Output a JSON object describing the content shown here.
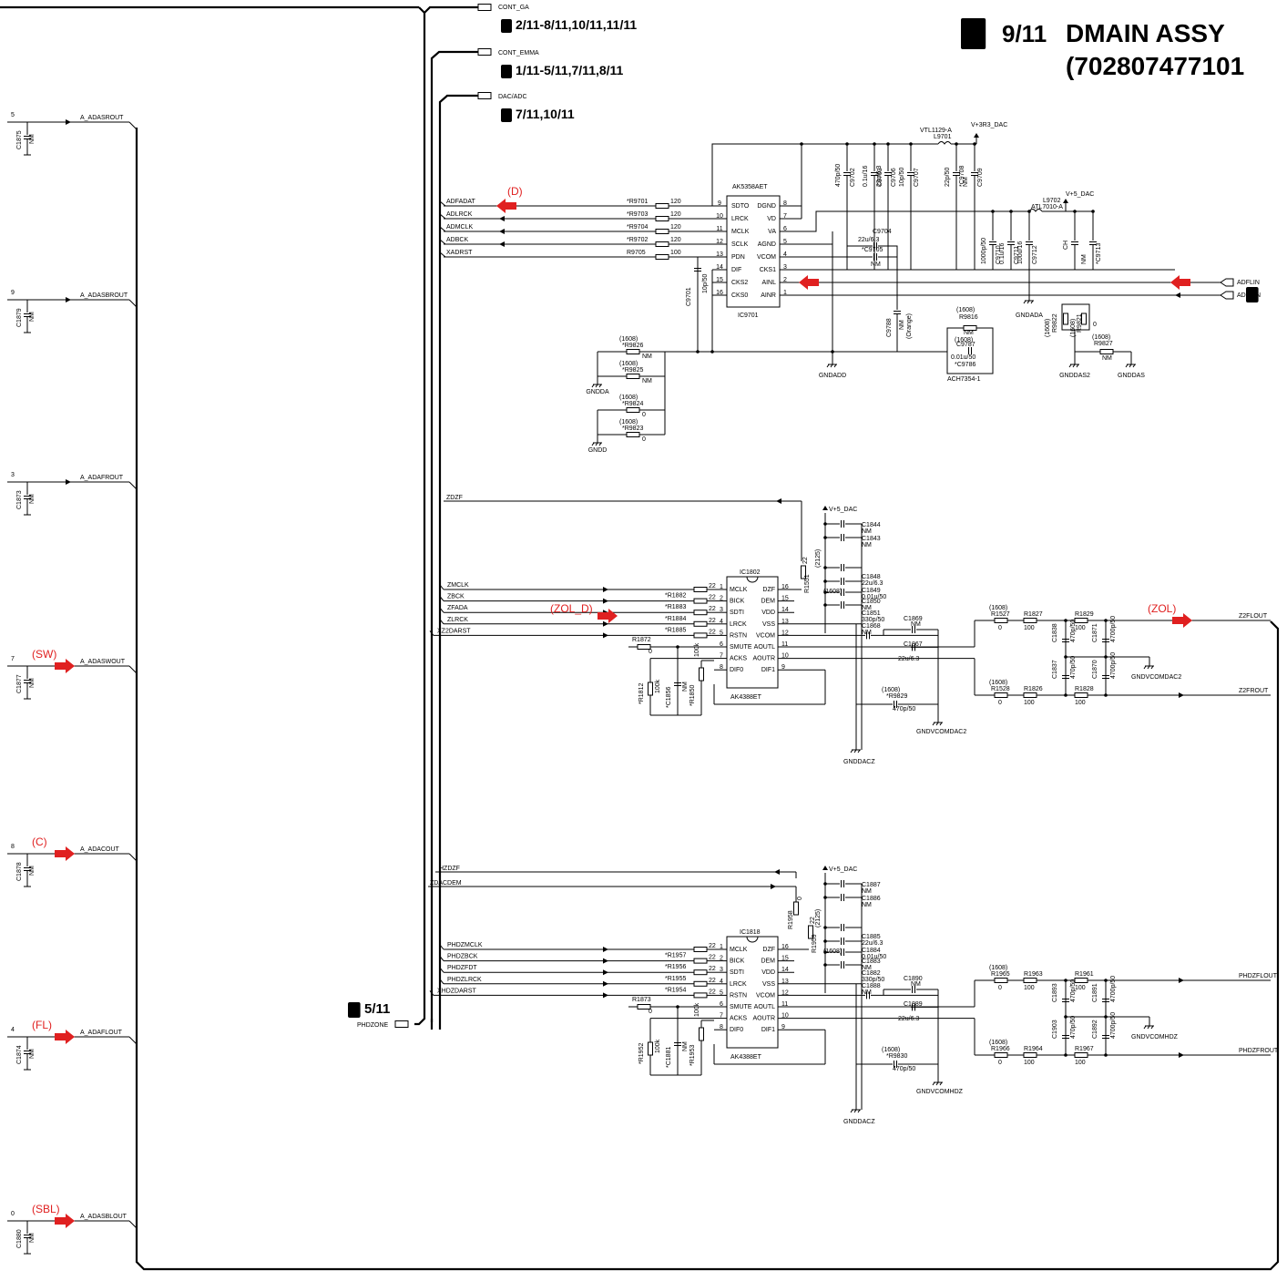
{
  "title": {
    "badge": "C",
    "sheet": "9/11",
    "name": "DMAIN ASSY",
    "part": "(702807477101"
  },
  "offsheet": {
    "cont_ga": {
      "signal": "CONT_GA",
      "ref": "2/11-8/11,10/11,11/11",
      "badge": "C"
    },
    "cont_emma": {
      "signal": "CONT_EMMA",
      "ref": "1/11-5/11,7/11,8/11",
      "badge": "C"
    },
    "dac_adc": {
      "signal": "DAC/ADC",
      "ref": "7/11,10/11",
      "badge": "C"
    },
    "phdzone": {
      "signal": "PHDZONE",
      "ref": "5/11",
      "badge": "C"
    },
    "adflin": "ADFLIN",
    "adfrin": "ADFRIN",
    "right_badge": "C"
  },
  "left_outputs": [
    {
      "pin": "5",
      "net": "A_ADASROUT",
      "cap": "C1875",
      "val": "NM",
      "mark": ""
    },
    {
      "pin": "9",
      "net": "A_ADASBROUT",
      "cap": "C1879",
      "val": "NM",
      "mark": ""
    },
    {
      "pin": "3",
      "net": "A_ADAFROUT",
      "cap": "C1873",
      "val": "NM",
      "mark": ""
    },
    {
      "pin": "7",
      "net": "A_ADASWOUT",
      "cap": "C1877",
      "val": "NM",
      "mark": "(SW)"
    },
    {
      "pin": "8",
      "net": "A_ADACOUT",
      "cap": "C1878",
      "val": "NM",
      "mark": "(C)"
    },
    {
      "pin": "4",
      "net": "A_ADAFLOUT",
      "cap": "C1874",
      "val": "NM",
      "mark": "(FL)"
    },
    {
      "pin": "0",
      "net": "A_ADASBLOUT",
      "cap": "C1880",
      "val": "NM",
      "mark": "(SBL)"
    }
  ],
  "ic9701": {
    "part": "AK5358AET",
    "ref": "IC9701",
    "left_pins": [
      {
        "num": "9",
        "name": "SDTO",
        "net": "ADFADAT",
        "res": "*R9701",
        "val": "120"
      },
      {
        "num": "10",
        "name": "LRCK",
        "net": "ADLRCK",
        "res": "*R9703",
        "val": "120"
      },
      {
        "num": "11",
        "name": "MCLK",
        "net": "ADMCLK",
        "res": "*R9704",
        "val": "120"
      },
      {
        "num": "12",
        "name": "SCLK",
        "net": "ADBCK",
        "res": "*R9702",
        "val": "120"
      },
      {
        "num": "13",
        "name": "PDN",
        "net": "XADRST",
        "res": "R9705",
        "val": "100"
      },
      {
        "num": "14",
        "name": "DIF",
        "net": "",
        "res": "",
        "val": ""
      },
      {
        "num": "15",
        "name": "CKS2",
        "net": "",
        "res": "",
        "val": ""
      },
      {
        "num": "16",
        "name": "CKS0",
        "net": "",
        "res": "",
        "val": ""
      }
    ],
    "right_pins": [
      {
        "num": "8",
        "name": "DGND"
      },
      {
        "num": "7",
        "name": "VD"
      },
      {
        "num": "6",
        "name": "VA"
      },
      {
        "num": "5",
        "name": "AGND"
      },
      {
        "num": "4",
        "name": "VCOM"
      },
      {
        "num": "3",
        "name": "CKS1"
      },
      {
        "num": "2",
        "name": "AINL"
      },
      {
        "num": "1",
        "name": "AINR"
      }
    ],
    "mark": "(D)"
  },
  "adc_parts": {
    "c9701": {
      "ref": "C9701",
      "val": "10p/50"
    },
    "decoup": [
      {
        "ref": "C9702",
        "val": "470p/50"
      },
      {
        "ref": "C9703",
        "val": "0.1u/16"
      },
      {
        "ref": "C9706",
        "val": "22u/6.3"
      },
      {
        "ref": "C9707",
        "val": "10p/50"
      },
      {
        "ref": "*C9708",
        "val": "22p/50"
      },
      {
        "ref": "C9709",
        "val": "NM"
      }
    ],
    "avdd": [
      {
        "ref": "C9710",
        "val": "1000p/50"
      },
      {
        "ref": "C9711",
        "val": "0.1u/16"
      },
      {
        "ref": "C9712",
        "val": "100u/16"
      },
      {
        "ref": "*C9713",
        "val": "NM"
      }
    ],
    "ch": "CH",
    "l9701": {
      "ref": "L9701",
      "part": "VTL1129-A"
    },
    "l9702": {
      "ref": "L9702",
      "part": "ATL7010-A"
    },
    "rail_3v3": "V+3R3_DAC",
    "rail_5v": "V+5_DAC",
    "c9704": {
      "ref": "C9704",
      "val": "22u/6.3"
    },
    "c9705": {
      "ref": "*C9705",
      "val": "NM"
    },
    "c9788": {
      "ref": "C9788",
      "val": "NM",
      "note": "(Orange)"
    },
    "r9816": {
      "size": "(1608)",
      "ref": "R9816",
      "val": "NM"
    },
    "c9787": {
      "size": "(1608)",
      "ref": "C9787",
      "val": "0.01u/50"
    },
    "c9786": {
      "ref": "*C9786"
    },
    "ach": "ACH7354-1",
    "r9822": {
      "size": "(1608)",
      "ref": "R9822",
      "val": "0"
    },
    "r9821": {
      "size": "(1608)",
      "ref": "R9821",
      "val": "0"
    },
    "r9827": {
      "size": "(1608)",
      "ref": "R9827",
      "val": "NM"
    },
    "gnd_labels": [
      "GNDADD",
      "GNDADA",
      "GNDDAS2",
      "GNDDAS"
    ],
    "pull": [
      {
        "size": "(1608)",
        "ref": "*R9826",
        "val": "NM"
      },
      {
        "size": "(1608)",
        "ref": "*R9825",
        "val": "NM"
      },
      {
        "size": "(1608)",
        "ref": "*R9824",
        "val": "0"
      },
      {
        "size": "(1608)",
        "ref": "*R9823",
        "val": "0"
      }
    ],
    "gndda": "GNDDA",
    "gndd": "GNDD"
  },
  "ic1802": {
    "ref": "IC1802",
    "part": "AK4388ET",
    "mark": "(ZOL_D)",
    "nets_in": [
      {
        "net": "ZMCLK",
        "res": "",
        "val": "22"
      },
      {
        "net": "ZBCK",
        "res": "*R1882",
        "val": "22"
      },
      {
        "net": "ZFADA",
        "res": "*R1883",
        "val": "22"
      },
      {
        "net": "ZLRCK",
        "res": "*R1884",
        "val": "22"
      },
      {
        "net": "XZ2DARST",
        "res": "*R1885",
        "val": "22"
      }
    ],
    "zdzf": "ZDZF",
    "r1872": {
      "ref": "R1872",
      "val": "0"
    },
    "r1812": {
      "ref": "*R1812",
      "val": "100k"
    },
    "c1856": {
      "ref": "*C1856",
      "val": "NM"
    },
    "r1850": {
      "ref": "*R1850",
      "val": "100k"
    },
    "r1551": {
      "ref": "R1551",
      "val": "22"
    },
    "r1829a": {
      "ref": "R1829",
      "val": "(2125)"
    },
    "caps": [
      {
        "ref": "C1844",
        "val": "NM"
      },
      {
        "ref": "C1843",
        "val": "NM"
      },
      {
        "ref": "C1848",
        "val": "22u/6.3"
      },
      {
        "ref": "C1849",
        "val": "0.01u/50"
      },
      {
        "ref": "C1850",
        "val": "NM"
      },
      {
        "ref": "C1851",
        "val": "330p/50"
      },
      {
        "ref": "C1868",
        "val": "NM"
      }
    ],
    "size1608": "(1608)",
    "c1869": {
      "ref": "C1869",
      "val": "NM"
    },
    "c1867": {
      "ref": "C1867",
      "val": "22u/6.3"
    },
    "r9829": {
      "size": "(1608)",
      "ref": "*R9829",
      "val": "470p/50"
    },
    "vref": "GNDVCOMDAC2",
    "gnd": "GNDDACZ",
    "rail": "V+5_DAC",
    "out_row1": [
      {
        "size": "(1608)",
        "ref": "R1527",
        "val": "0"
      },
      {
        "ref": "R1827",
        "val": "100"
      },
      {
        "ref": "R1829",
        "val": "100"
      }
    ],
    "out_row2": [
      {
        "size": "(1608)",
        "ref": "R1528",
        "val": "0"
      },
      {
        "ref": "R1826",
        "val": "100"
      },
      {
        "ref": "R1828",
        "val": "100"
      }
    ],
    "out_caps": [
      {
        "ref": "C1838",
        "val": "470p/50"
      },
      {
        "ref": "C1871",
        "val": "4700p/50"
      },
      {
        "ref": "C1837",
        "val": "470p/50"
      },
      {
        "ref": "C1870",
        "val": "4700p/50"
      }
    ],
    "out_mark": "(ZOL)",
    "out1": "Z2FLOUT",
    "out2": "Z2FROUT",
    "gndv": "GNDVCOMDAC2"
  },
  "ic1818": {
    "ref": "IC1818",
    "part": "AK4388ET",
    "nets_in": [
      {
        "net": "PHDZMCLK",
        "res": "",
        "val": "22"
      },
      {
        "net": "PHDZBCK",
        "res": "*R1957",
        "val": "22"
      },
      {
        "net": "PHDZFDT",
        "res": "*R1956",
        "val": "22"
      },
      {
        "net": "PHDZLRCK",
        "res": "*R1955",
        "val": "22"
      },
      {
        "net": "XHDZDARST",
        "res": "*R1954",
        "val": "22"
      }
    ],
    "hzdzf": "HZDZF",
    "zdacdem": "ZDACDEM",
    "r1873": {
      "ref": "R1873",
      "val": "0"
    },
    "r1952": {
      "ref": "*R1952",
      "val": "100k"
    },
    "c1881": {
      "ref": "*C1881",
      "val": "NM"
    },
    "r1953": {
      "ref": "*R1953",
      "val": "100k"
    },
    "r1958": {
      "ref": "R1958",
      "val": "0"
    },
    "r1959": {
      "ref": "R1959",
      "val": "22"
    },
    "r1960": {
      "ref": "R1960",
      "val": "(2125)"
    },
    "caps": [
      {
        "ref": "C1887",
        "val": "NM"
      },
      {
        "ref": "C1886",
        "val": "NM"
      },
      {
        "ref": "C1885",
        "val": "22u/6.3"
      },
      {
        "ref": "C1884",
        "val": "0.01u/50"
      },
      {
        "ref": "C1883",
        "val": "NM"
      },
      {
        "ref": "C1882",
        "val": "330p/50"
      },
      {
        "ref": "C1888",
        "val": "NM"
      }
    ],
    "size1608": "(1608)",
    "c1890": {
      "ref": "C1890",
      "val": "NM"
    },
    "c1889": {
      "ref": "C1889",
      "val": "22u/6.3"
    },
    "r9830": {
      "size": "(1608)",
      "ref": "*R9830",
      "val": "470p/50"
    },
    "vref": "GNDVCOMHDZ",
    "gnd": "GNDDACZ",
    "rail": "V+5_DAC",
    "out_row1": [
      {
        "size": "(1608)",
        "ref": "R1965",
        "val": "0"
      },
      {
        "ref": "R1963",
        "val": "100"
      },
      {
        "ref": "R1961",
        "val": "100"
      }
    ],
    "out_row2": [
      {
        "size": "(1608)",
        "ref": "R1966",
        "val": "0"
      },
      {
        "ref": "R1964",
        "val": "100"
      },
      {
        "ref": "R1967",
        "val": "100"
      }
    ],
    "out_caps": [
      {
        "ref": "C1893",
        "val": "470p/50"
      },
      {
        "ref": "C1891",
        "val": "4700p/50"
      },
      {
        "ref": "C1903",
        "val": "470p/50"
      },
      {
        "ref": "C1892",
        "val": "4700p/50"
      }
    ],
    "out1": "PHDZFLOUT",
    "out2": "PHDZFROUT",
    "gndv": "GNDVCOMHDZ"
  },
  "dac_pins_left": [
    {
      "num": "1",
      "name": "MCLK"
    },
    {
      "num": "2",
      "name": "BICK"
    },
    {
      "num": "3",
      "name": "SDTI"
    },
    {
      "num": "4",
      "name": "LRCK"
    },
    {
      "num": "5",
      "name": "RSTN"
    },
    {
      "num": "6",
      "name": "SMUTE"
    },
    {
      "num": "7",
      "name": "ACKS"
    },
    {
      "num": "8",
      "name": "DIF0"
    }
  ],
  "dac_pins_right": [
    {
      "num": "16",
      "name": "DZF"
    },
    {
      "num": "15",
      "name": "DEM"
    },
    {
      "num": "14",
      "name": "VDD"
    },
    {
      "num": "13",
      "name": "VSS"
    },
    {
      "num": "12",
      "name": "VCOM"
    },
    {
      "num": "11",
      "name": "AOUTL"
    },
    {
      "num": "10",
      "name": "AOUTR"
    },
    {
      "num": "9",
      "name": "DIF1"
    }
  ],
  "colors": {
    "line": "#000000",
    "marker": "#e02020",
    "badge_bg": "#000000",
    "badge_fg": "#ffffff"
  }
}
